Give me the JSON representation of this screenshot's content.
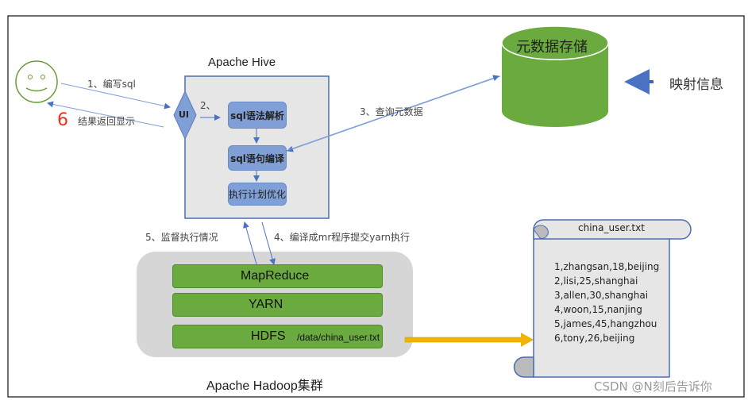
{
  "hive": {
    "title": "Apache Hive",
    "ui_label": "UI",
    "step2": "2、",
    "boxes": [
      "sql语法解析",
      "sql语句编译",
      "执行计划优化"
    ]
  },
  "steps": {
    "s1": "1、编写sql",
    "s6_number": "6",
    "s6": "结果返回显示",
    "s3": "3、查询元数据",
    "s4": "4、编译成mr程序提交yarn执行",
    "s5": "5、监督执行情况"
  },
  "metastore": {
    "label": "元数据存储",
    "mapping": "映射信息"
  },
  "hadoop": {
    "title": "Apache Hadoop集群",
    "layers": [
      "MapReduce",
      "YARN",
      "HDFS"
    ],
    "hdfs_path": "/data/china_user.txt"
  },
  "file": {
    "name": "china_user.txt",
    "lines": [
      "1,zhangsan,18,beijing",
      "2,lisi,25,shanghai",
      "3,allen,30,shanghai",
      "4,woon,15,nanjing",
      "5,james,45,hangzhou",
      "6,tony,26,beijing"
    ]
  },
  "watermark": "CSDN @N刻后告诉你",
  "colors": {
    "green": "#6aaa3f",
    "blue_arrow": "#4a72c4",
    "yellow_arrow": "#f0b400",
    "red": "#e8321e"
  }
}
